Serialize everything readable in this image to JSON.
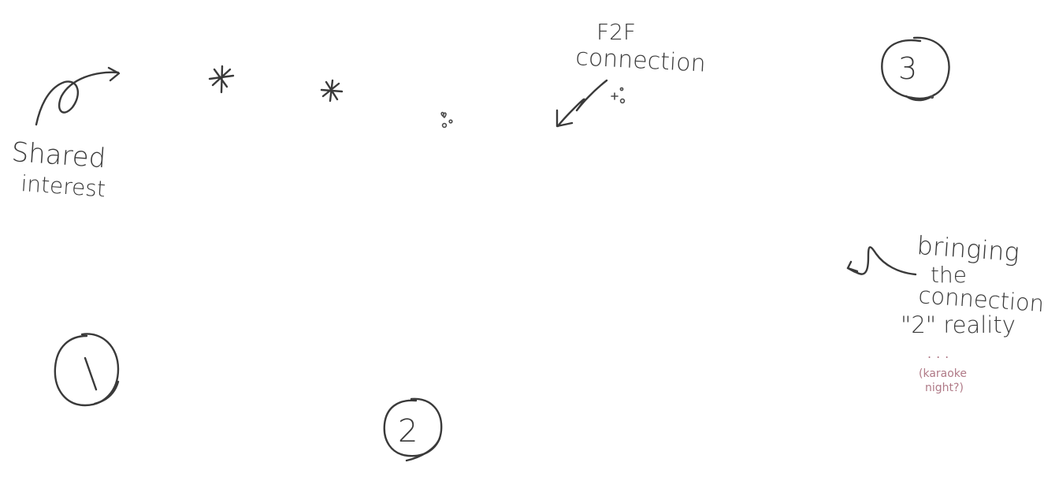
{
  "notes": {
    "shared_interest": [
      "Shared",
      "interest"
    ],
    "f2f_connection": [
      "F2F",
      "connection"
    ],
    "bringing_connection": [
      "bringing",
      "the",
      "connection",
      "\"2\" reality"
    ],
    "karaoke_ellipsis": "...",
    "karaoke": [
      "(karaoke",
      "night?)"
    ]
  },
  "steps": {
    "one": "1",
    "two": "2",
    "three": "3"
  },
  "colors": {
    "pencil": "#3a3a3a",
    "pink": "#b07a87",
    "background": "#ffffff"
  }
}
